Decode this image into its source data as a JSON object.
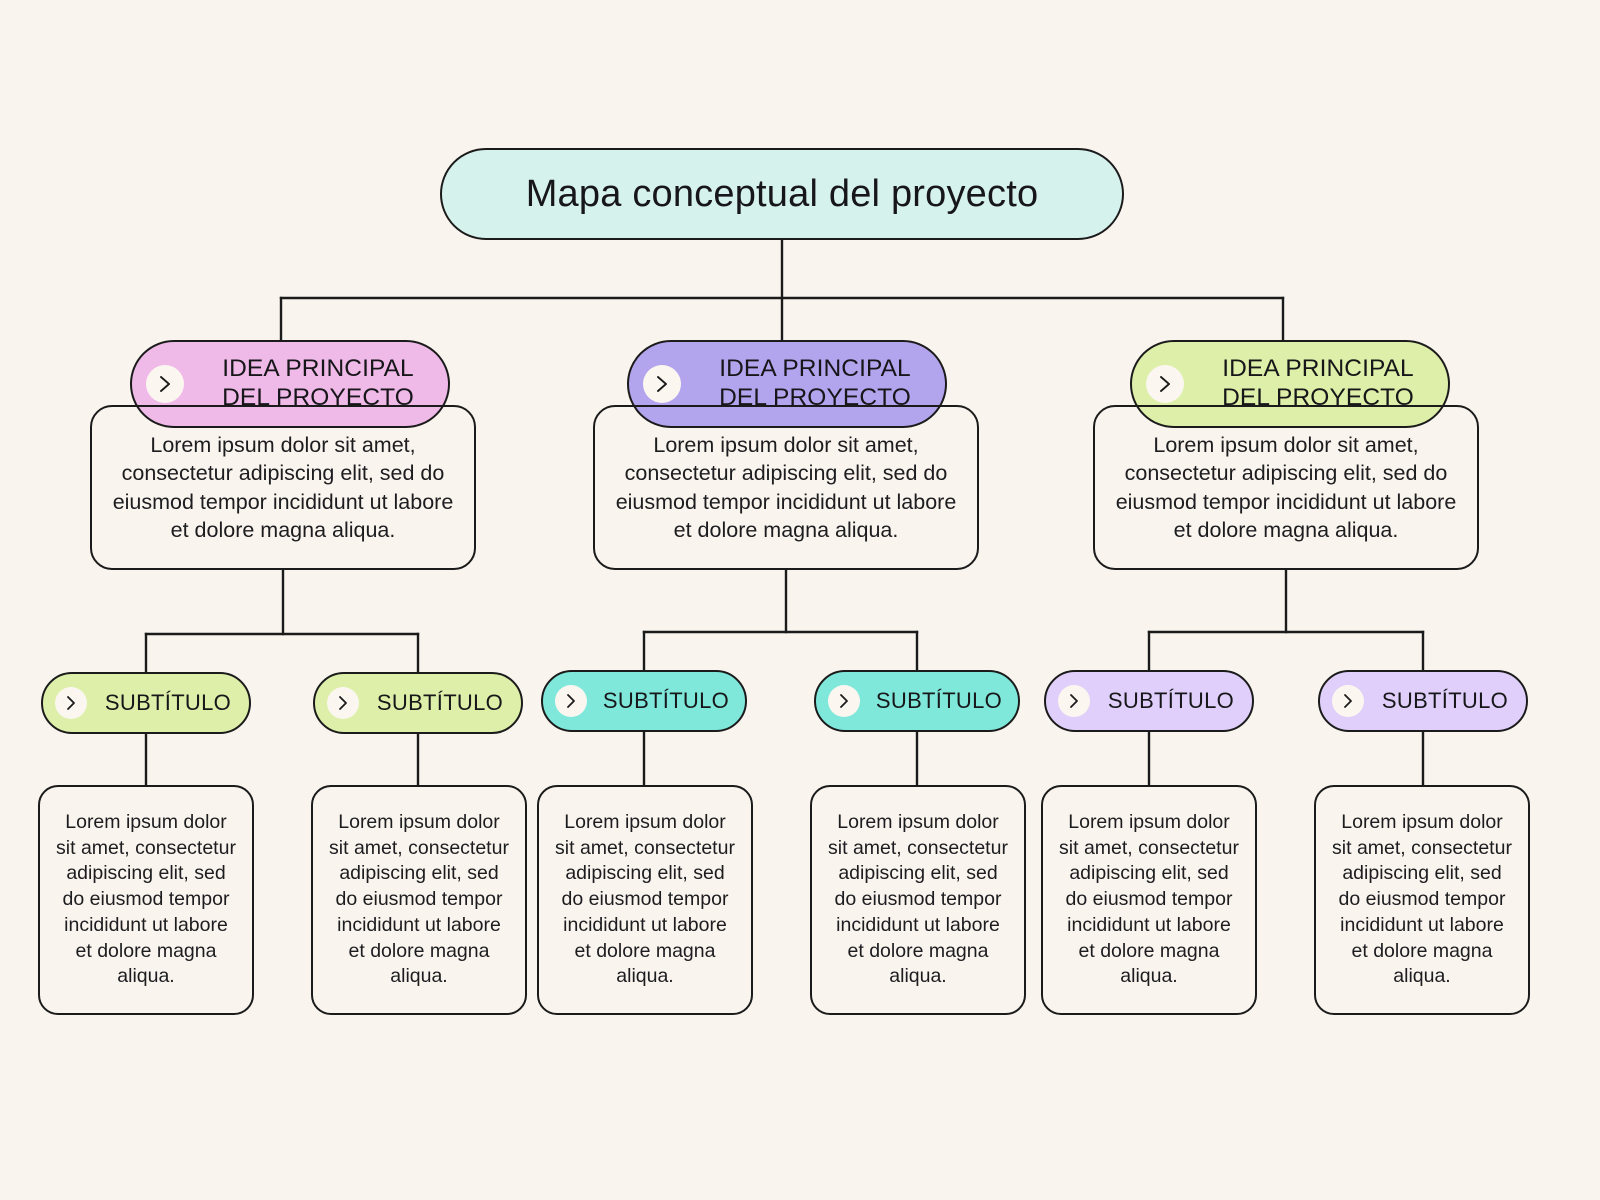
{
  "background_color": "#F9F4EE",
  "line_color": "#1B1B1B",
  "title": {
    "text": "Mapa conceptual del proyecto",
    "fill": "#D6F2EC"
  },
  "icons": {
    "chevron": "chevron-right-icon"
  },
  "main_nodes": [
    {
      "label_line1": "IDEA PRINCIPAL",
      "label_line2": "DEL PROYECTO",
      "fill": "#EFB9E8",
      "description": "Lorem ipsum dolor sit amet, consectetur adipiscing elit, sed do eiusmod tempor incididunt ut labore et dolore magna aliqua."
    },
    {
      "label_line1": "IDEA PRINCIPAL",
      "label_line2": "DEL PROYECTO",
      "fill": "#B3A4EE",
      "description": "Lorem ipsum dolor sit amet, consectetur adipiscing elit, sed do eiusmod tempor incididunt ut labore et dolore magna aliqua."
    },
    {
      "label_line1": "IDEA PRINCIPAL",
      "label_line2": "DEL PROYECTO",
      "fill": "#DDEFA8",
      "description": "Lorem ipsum dolor sit amet, consectetur adipiscing elit, sed do eiusmod tempor incididunt ut labore et dolore magna aliqua."
    }
  ],
  "sub_nodes": [
    {
      "label": "SUBTÍTULO",
      "fill": "#DDEFA8",
      "description": "Lorem ipsum dolor sit amet, consectetur adipiscing elit, sed do eiusmod tempor incididunt ut labore et dolore magna aliqua."
    },
    {
      "label": "SUBTÍTULO",
      "fill": "#DDEFA8",
      "description": "Lorem ipsum dolor sit amet, consectetur adipiscing elit, sed do eiusmod tempor incididunt ut labore et dolore magna aliqua."
    },
    {
      "label": "SUBTÍTULO",
      "fill": "#7FE8DB",
      "description": "Lorem ipsum dolor sit amet, consectetur adipiscing elit, sed do eiusmod tempor incididunt ut labore et dolore magna aliqua."
    },
    {
      "label": "SUBTÍTULO",
      "fill": "#7FE8DB",
      "description": "Lorem ipsum dolor sit amet, consectetur adipiscing elit, sed do eiusmod tempor incididunt ut labore et dolore magna aliqua."
    },
    {
      "label": "SUBTÍTULO",
      "fill": "#DFCFFA",
      "description": "Lorem ipsum dolor sit amet, consectetur adipiscing elit, sed do eiusmod tempor incididunt ut labore et dolore magna aliqua."
    },
    {
      "label": "SUBTÍTULO",
      "fill": "#DFCFFA",
      "description": "Lorem ipsum dolor sit amet, consectetur adipiscing elit, sed do eiusmod tempor incididunt ut labore et dolore magna aliqua."
    }
  ]
}
